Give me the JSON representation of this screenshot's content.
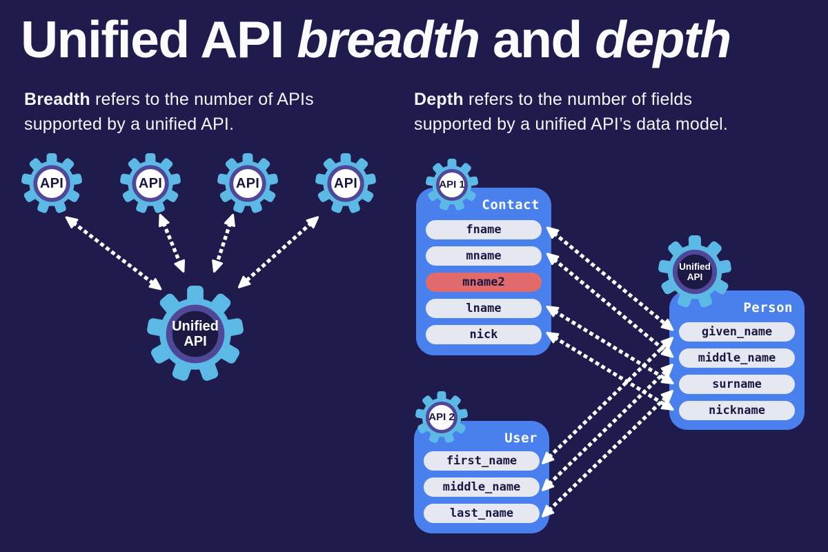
{
  "title": {
    "t1": "Unified API ",
    "t2": "breadth",
    "t3": " and ",
    "t4": "depth"
  },
  "breadth": {
    "lead": "Breadth",
    "rest": " refers to the number of APIs supported by a unified API.",
    "api_label": "API",
    "hub": {
      "line1": "Unified",
      "line2": "API"
    }
  },
  "depth": {
    "lead": "Depth",
    "rest": " refers to the number of fields supported by a unified API’s data model."
  },
  "contact": {
    "badge": "API 1",
    "title": "Contact",
    "fields": [
      {
        "label": "fname"
      },
      {
        "label": "mname"
      },
      {
        "label": "mname2",
        "unsupported": true
      },
      {
        "label": "lname"
      },
      {
        "label": "nick"
      }
    ]
  },
  "user": {
    "badge": "API 2",
    "title": "User",
    "fields": [
      {
        "label": "first_name"
      },
      {
        "label": "middle_name"
      },
      {
        "label": "last_name"
      }
    ]
  },
  "person": {
    "title": "Person",
    "gear": {
      "line1": "Unified",
      "line2": "API"
    },
    "fields": [
      {
        "label": "given_name"
      },
      {
        "label": "middle_name"
      },
      {
        "label": "surname"
      },
      {
        "label": "nickname"
      }
    ]
  },
  "mappings": {
    "contact_to_person": [
      [
        "fname",
        "given_name"
      ],
      [
        "mname",
        "middle_name"
      ],
      [
        "lname",
        "surname"
      ],
      [
        "nick",
        "nickname"
      ]
    ],
    "user_to_person": [
      [
        "first_name",
        "given_name"
      ],
      [
        "middle_name",
        "middle_name"
      ],
      [
        "last_name",
        "surname"
      ]
    ],
    "unmapped_contact_fields": [
      "mname2"
    ],
    "breadth_links": [
      "API-1",
      "API-2",
      "API-3",
      "API-4"
    ]
  },
  "colors": {
    "background": "#1f1b4c",
    "gear_blue": "#5cb9e5",
    "gear_ring_purple": "#4f4798",
    "gear_center_dark": "#1d1945",
    "card_blue": "#4a80ee",
    "pill_light": "#e6e8f1",
    "pill_unsupported_red": "#e26a6b",
    "field_text": "#1b1740",
    "arrow_white": "#ffffff",
    "text_white": "#f4f4fa"
  }
}
